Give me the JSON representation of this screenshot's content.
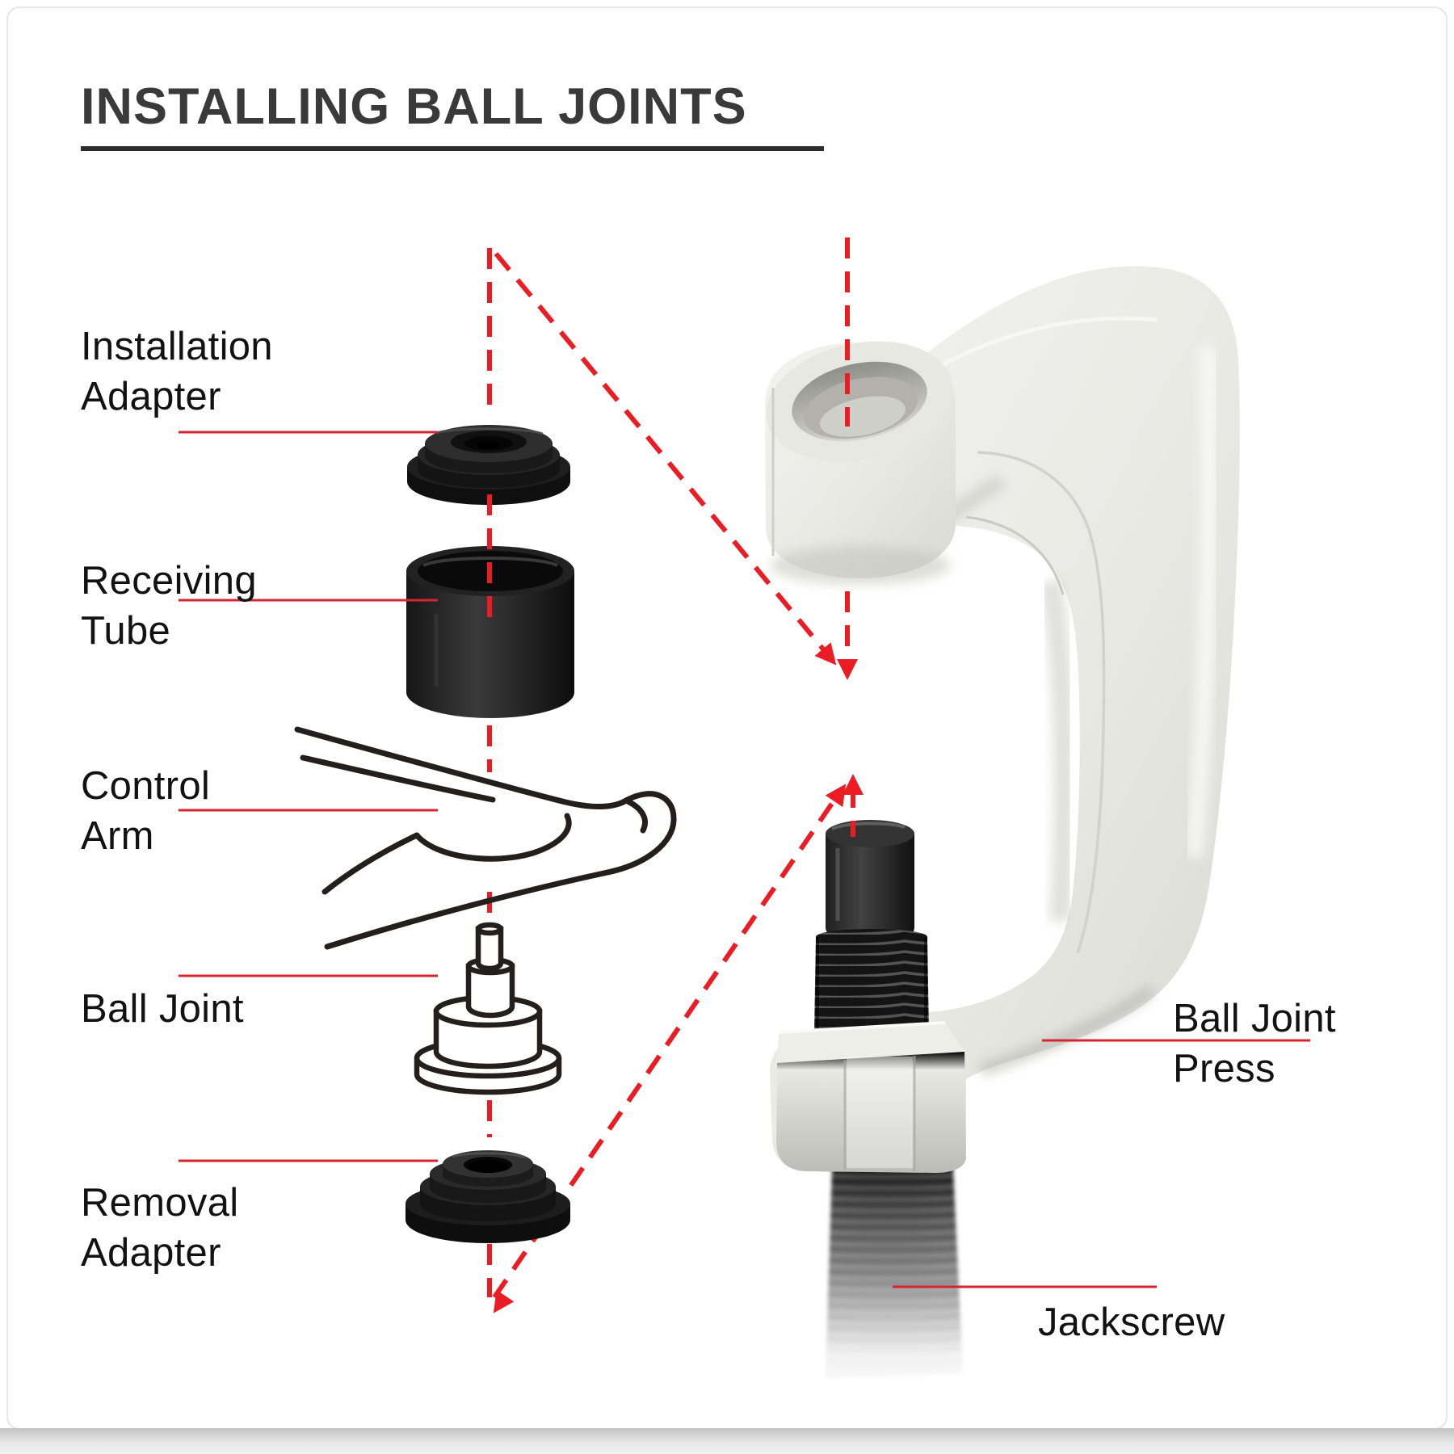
{
  "title": "INSTALLING BALL JOINTS",
  "colors": {
    "accent_red_dashed": "#ec1c24",
    "leader_red": "#d7242e",
    "title_gray": "#3a3a3a",
    "part_black": "#1a1a1a",
    "press_silver": "#e9e9e4"
  },
  "labels": {
    "installation_adapter": {
      "line1": "Installation",
      "line2": "Adapter"
    },
    "receiving_tube": {
      "line1": "Receiving",
      "line2": "Tube"
    },
    "control_arm": {
      "line1": "Control",
      "line2": "Arm"
    },
    "ball_joint": {
      "line1": "Ball Joint"
    },
    "removal_adapter": {
      "line1": "Removal",
      "line2": "Adapter"
    },
    "ball_joint_press": {
      "line1": "Ball Joint",
      "line2": "Press"
    },
    "jackscrew": {
      "line1": "Jackscrew"
    }
  }
}
